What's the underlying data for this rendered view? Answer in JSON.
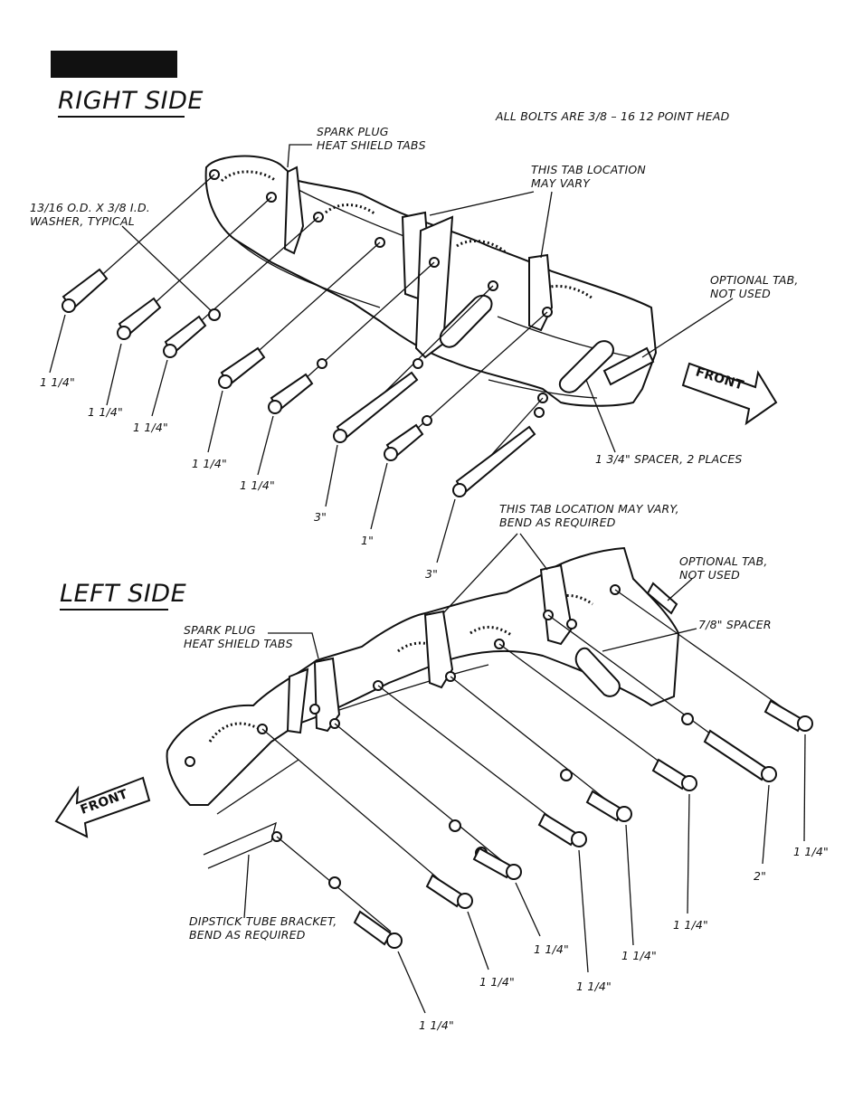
{
  "right_side": {
    "title": "RIGHT SIDE",
    "note": "ALL BOLTS ARE 3/8 – 16  12 POINT HEAD",
    "spark_plug_line1": "SPARK PLUG",
    "spark_plug_line2": "HEAT SHIELD TABS",
    "tab_vary_line1": "THIS TAB LOCATION",
    "tab_vary_line2": "MAY VARY",
    "washer_line1": "13/16 O.D. x 3/8 I.D.",
    "washer_line2": "WASHER, TYPICAL",
    "optional_line1": "OPTIONAL TAB,",
    "optional_line2": "NOT USED",
    "front": "FRONT",
    "spacer": "1 3/4\" SPACER, 2 PLACES",
    "bolts": [
      "1 1/4\"",
      "1 1/4\"",
      "1 1/4\"",
      "1 1/4\"",
      "1 1/4\"",
      "3\"",
      "1\"",
      "3\""
    ]
  },
  "left_side": {
    "title": "LEFT SIDE",
    "tab_vary_line1": "THIS TAB LOCATION MAY VARY,",
    "tab_vary_line2": "BEND AS REQUIRED",
    "optional_line1": "OPTIONAL TAB,",
    "optional_line2": "NOT USED",
    "spacer": "7/8\" SPACER",
    "spark_plug_line1": "SPARK PLUG",
    "spark_plug_line2": "HEAT SHIELD TABS",
    "front": "FRONT",
    "dipstick_line1": "DIPSTICK TUBE BRACKET,",
    "dipstick_line2": "BEND AS REQUIRED",
    "bolts": [
      "1 1/4\"",
      "2\"",
      "1 1/4\"",
      "1 1/4\"",
      "1 1/4\"",
      "1 1/4\"",
      "1 1/4\"",
      "1 1/4\""
    ]
  }
}
